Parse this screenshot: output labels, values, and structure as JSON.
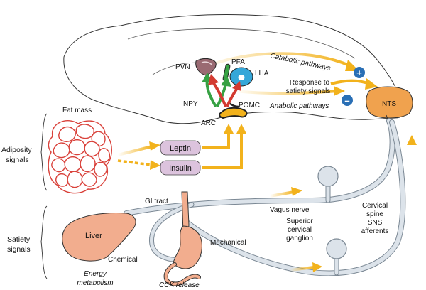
{
  "labels": {
    "pvn": "PVN",
    "pfa": "PFA",
    "lha": "LHA",
    "npy": "NPY",
    "pomc": "POMC",
    "arc": "ARC",
    "nts": "NTS",
    "catabolic": "Catabolic pathways",
    "anabolic": "Anabolic pathways",
    "response_line1": "Response to",
    "response_line2": "satiety signals",
    "plus": "+",
    "minus": "–",
    "fat_mass": "Fat mass",
    "adiposity_line1": "Adiposity",
    "adiposity_line2": "signals",
    "leptin": "Leptin",
    "insulin": "Insulin",
    "gi_tract": "GI tract",
    "vagus": "Vagus nerve",
    "cervical_line1": "Cervical",
    "cervical_line2": "spine",
    "cervical_line3": "SNS",
    "cervical_line4": "afferents",
    "superior_line1": "Superior",
    "superior_line2": "cervical",
    "superior_line3": "ganglion",
    "liver": "Liver",
    "chemical": "Chemical",
    "mechanical": "Mechanical",
    "satiety_line1": "Satiety",
    "satiety_line2": "signals",
    "energy_line1": "Energy",
    "energy_line2": "metabolism",
    "cck": "CCK release"
  },
  "colors": {
    "arrow_yellow": "#f2b21c",
    "nerve_fill": "#dce3ea",
    "nerve_stroke": "#7b8894",
    "organ_pink": "#f2ad8e",
    "pill_fill": "#dcc3dd",
    "fat_red": "#d9413a",
    "nts_orange": "#f0a24e",
    "blue_sign": "#2a6fb5",
    "lha_blue": "#35a7d9",
    "pvn_mauve": "#9a6a72",
    "green_arrow": "#36a143",
    "red_arrow": "#d33a30"
  }
}
